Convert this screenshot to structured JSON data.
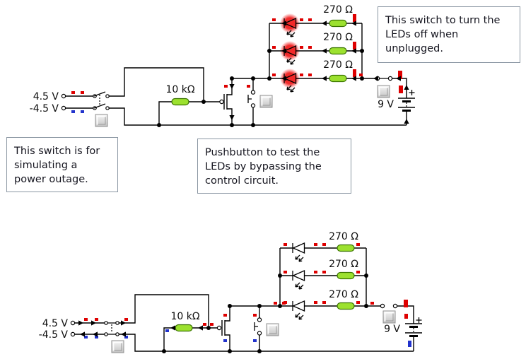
{
  "notes": {
    "unplug": "This switch to turn the LEDs off when unplugged.",
    "outage": "This switch is for simulating a power outage.",
    "pushbutton": "Pushbutton to test the LEDs by bypassing the control circuit."
  },
  "top_circuit": {
    "supply_pos_label": "4.5 V",
    "supply_neg_label": "-4.5 V",
    "gate_resistor_label": "10 kΩ",
    "led_resistor_labels": [
      "270 Ω",
      "270 Ω",
      "270 Ω"
    ],
    "battery_label": "9 V",
    "power_switch_state": "open",
    "battery_switch_state": "closed",
    "leds_state": "lit"
  },
  "bottom_circuit": {
    "supply_pos_label": "4.5 V",
    "supply_neg_label": "-4.5 V",
    "gate_resistor_label": "10 kΩ",
    "led_resistor_labels": [
      "270 Ω",
      "270 Ω",
      "270 Ω"
    ],
    "battery_label": "9 V",
    "power_switch_state": "closed",
    "battery_switch_state": "open",
    "leds_state": "off"
  },
  "colors": {
    "wire": "#000000",
    "resistor_fill": "#9ce12f",
    "positive_marker": "#de0000",
    "negative_marker": "#2233cc",
    "led_glow": "#f22a2a",
    "note_border": "#8b97a3",
    "note_text": "#15151f"
  }
}
